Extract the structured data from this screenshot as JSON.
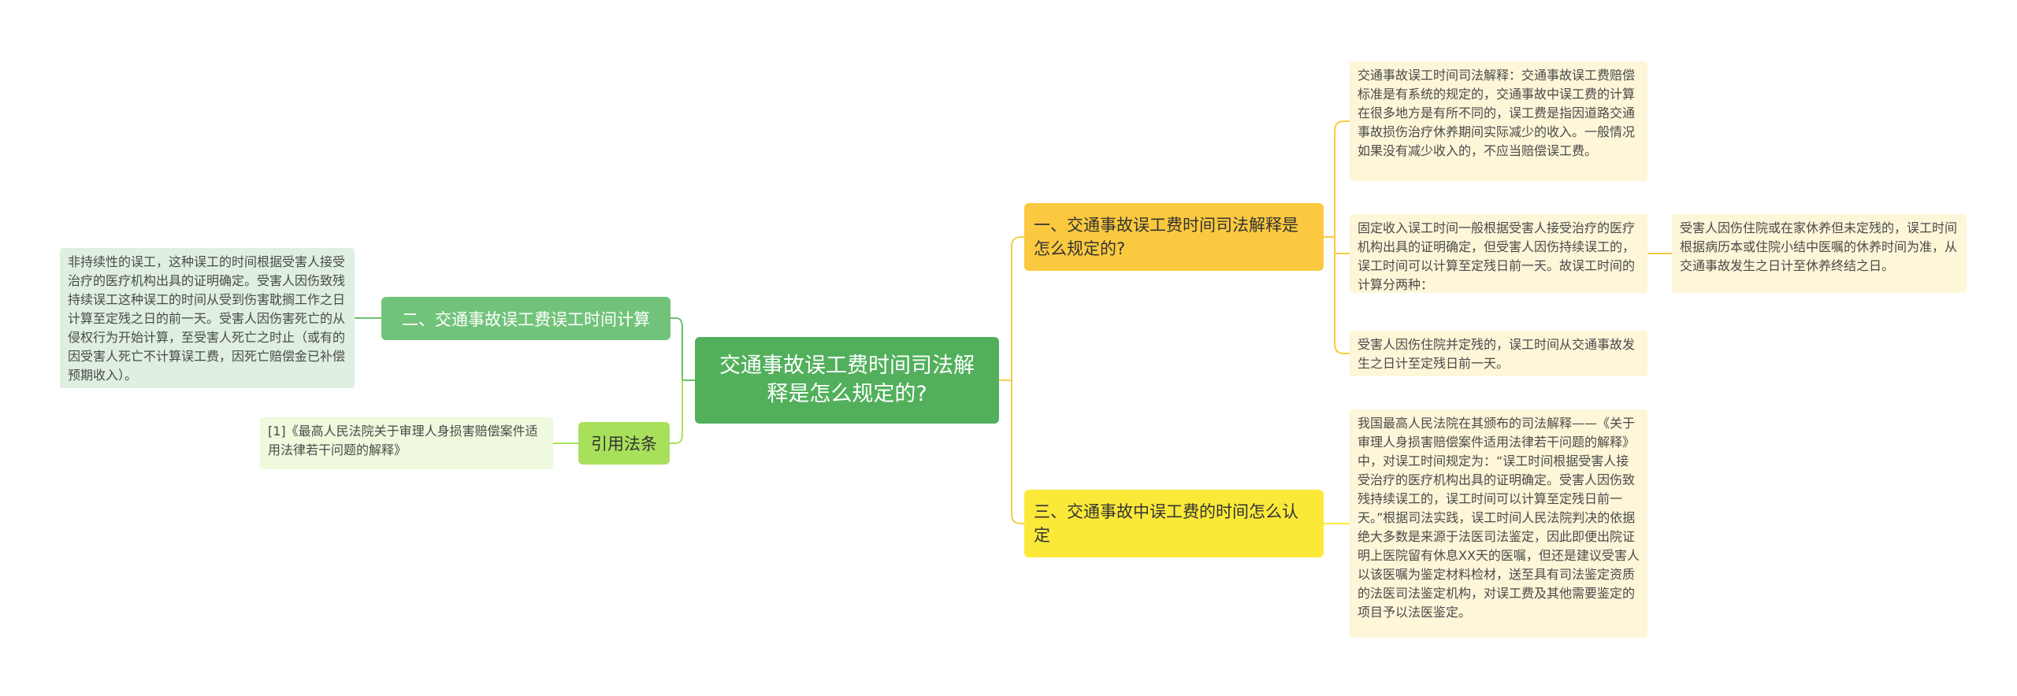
{
  "root": {
    "label": "交通事故误工费时间司法解释是怎么规定的?"
  },
  "branches": {
    "b1": {
      "label": "一、交通事故误工费时间司法解释是怎么规定的?"
    },
    "b2": {
      "label": "二、交通事故误工费误工时间计算"
    },
    "b3": {
      "label": "三、交通事故中误工费的时间怎么认定"
    },
    "b4": {
      "label": "引用法条"
    }
  },
  "leaves": {
    "l11": "交通事故误工时间司法解释：交通事故误工费赔偿标准是有系统的规定的，交通事故中误工费的计算在很多地方是有所不同的，误工费是指因道路交通事故损伤治疗休养期间实际减少的收入。一般情况如果没有减少收入的，不应当赔偿误工费。",
    "l12": "固定收入误工时间一般根据受害人接受治疗的医疗机构出具的证明确定，但受害人因伤持续误工的，误工时间可以计算至定残日前一天。故误工时间的计算分两种：",
    "l121": "受害人因伤住院或在家休养但未定残的，误工时间根据病历本或住院小结中医嘱的休养时间为准，从交通事故发生之日计至休养终结之日。",
    "l13": "受害人因伤住院并定残的，误工时间从交通事故发生之日计至定残日前一天。",
    "l21": "非持续性的误工，这种误工的时间根据受害人接受治疗的医疗机构出具的证明确定。受害人因伤致残持续误工这种误工的时间从受到伤害耽搁工作之日计算至定残之日的前一天。受害人因伤害死亡的从侵权行为开始计算，至受害人死亡之时止（或有的因受害人死亡不计算误工费，因死亡赔偿金已补偿预期收入）。",
    "l31": "我国最高人民法院在其颁布的司法解释——《关于审理人身损害赔偿案件适用法律若干问题的解释》中，对误工时间规定为：“误工时间根据受害人接受治疗的医疗机构出具的证明确定。受害人因伤致残持续误工的，误工时间可以计算至定残日前一天。”根据司法实践，误工时间人民法院判决的依据绝大多数是来源于法医司法鉴定，因此即便出院证明上医院留有休息XX天的医嘱，但还是建议受害人以该医嘱为鉴定材料检材，送至具有司法鉴定资质的法医司法鉴定机构，对误工费及其他需要鉴定的项目予以法医鉴定。",
    "l41": "[1]《最高人民法院关于审理人身损害赔偿案件适用法律若干问题的解释》"
  },
  "colors": {
    "root": "#52b05c",
    "b1": "#fbc93f",
    "b2": "#72c37a",
    "b3": "#fbe93a",
    "b4": "#a8e05c",
    "leaf_yellow": "#fdf6d8",
    "leaf_green": "#dff0e0",
    "leaf_lightgreen": "#eef9dd",
    "line_right": "#f0cf4a",
    "line_left": "#6cc070",
    "line_cite": "#a8e05c"
  }
}
